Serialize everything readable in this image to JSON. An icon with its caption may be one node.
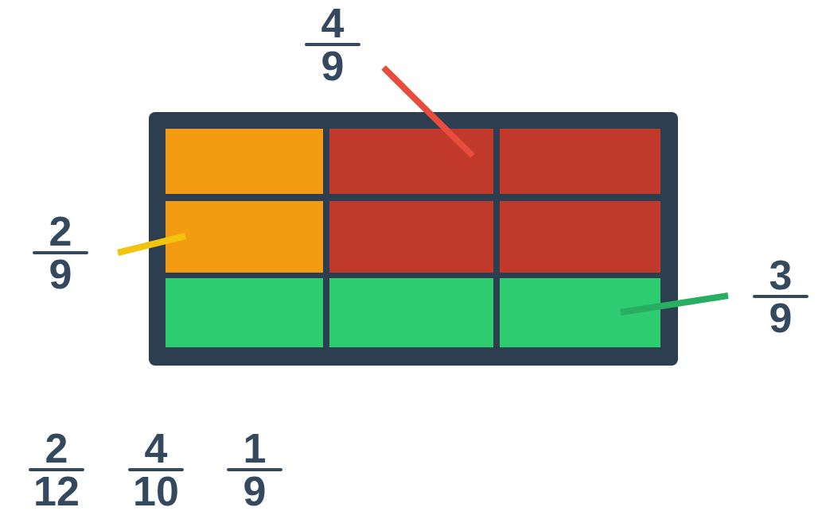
{
  "diagram": {
    "nodes": [
      {
        "text": [
          "4",
          "9"
        ]
      },
      {
        "text": [],
        "shape": "box"
      },
      {
        "text": [],
        "shape": "box",
        "in": 1
      },
      {
        "text": [],
        "shape": "box",
        "in": 1
      },
      {
        "text": [],
        "shape": "box",
        "in": 1
      },
      {
        "text": [],
        "shape": "box",
        "in": 1
      },
      {
        "text": [],
        "shape": "box",
        "in": 1
      },
      {
        "text": [],
        "shape": "box",
        "in": 1
      },
      {
        "text": [],
        "shape": "box",
        "in": 1
      },
      {
        "text": [],
        "shape": "box",
        "in": 1
      },
      {
        "text": [],
        "shape": "box",
        "in": 1
      },
      {
        "text": [
          "2",
          "9"
        ]
      },
      {
        "text": [
          "3",
          "9"
        ]
      }
    ],
    "edges": [
      {
        "from": 0,
        "to": 3,
        "arrow": "none",
        "color": "#e74c3c"
      },
      {
        "from": 11,
        "to": 5,
        "arrow": "none",
        "color": "#f1c40f"
      },
      {
        "from": 12,
        "to": 10,
        "arrow": "none",
        "color": "#27ae60"
      }
    ],
    "labels": [
      "2",
      "12",
      "4",
      "10",
      "1",
      "9"
    ]
  }
}
